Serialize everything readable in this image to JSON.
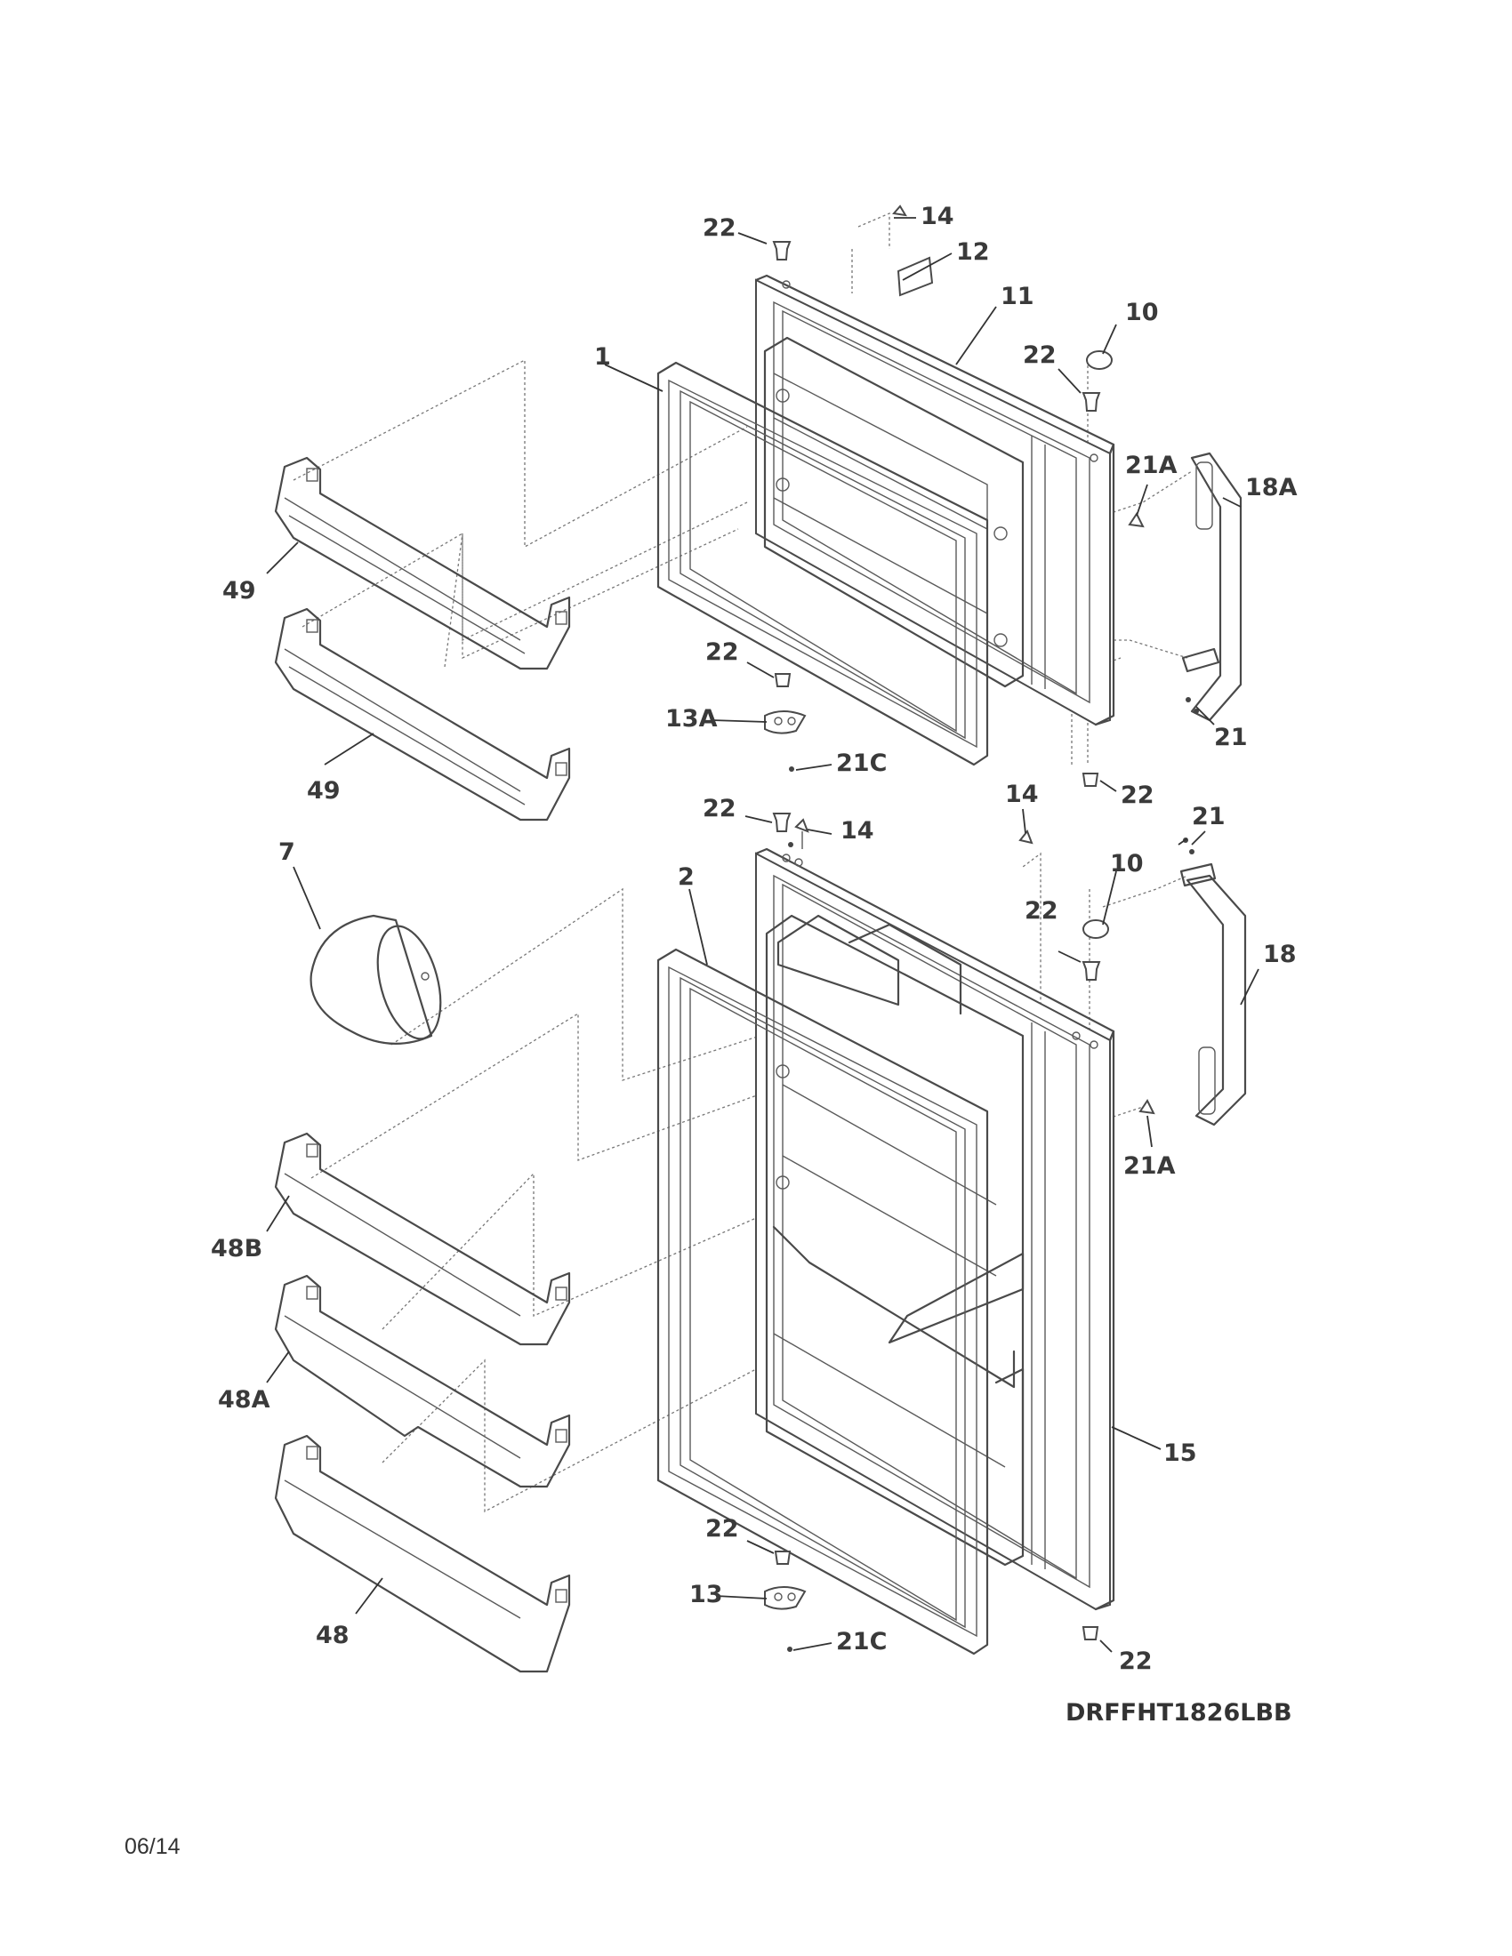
{
  "diagram": {
    "model_number": "DRFFHT1826LBB",
    "date_code": "06/14",
    "callouts": {
      "c22a": "22",
      "c14a": "14",
      "c12": "12",
      "c11": "11",
      "c10a": "10",
      "c22b": "22",
      "c1": "1",
      "c21Aa": "21A",
      "c18A": "18A",
      "c49a": "49",
      "c22c": "22",
      "c13A": "13A",
      "c21Ca": "21C",
      "c49b": "49",
      "c21a": "21",
      "c22d": "22",
      "c14b": "14",
      "c22e": "22",
      "c14c": "14",
      "c21b": "21",
      "c7": "7",
      "c2": "2",
      "c10b": "10",
      "c22f": "22",
      "c18": "18",
      "c21Ab": "21A",
      "c48B": "48B",
      "c48A": "48A",
      "c15": "15",
      "c22g": "22",
      "c13": "13",
      "c21Cb": "21C",
      "c48": "48",
      "c22h": "22"
    }
  }
}
